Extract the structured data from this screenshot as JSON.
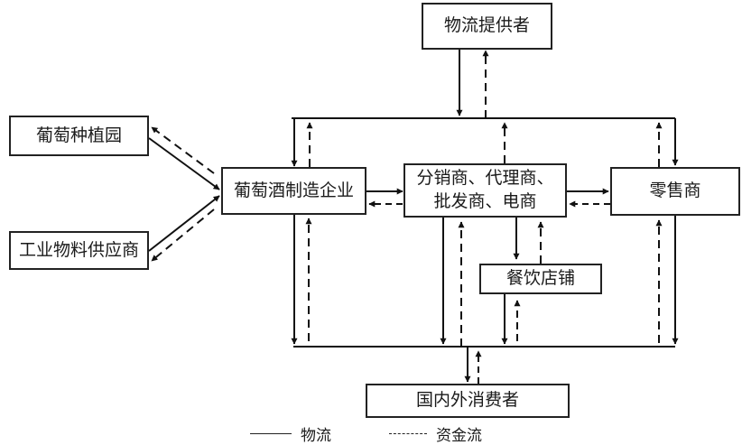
{
  "nodes": {
    "logistics_provider": "物流提供者",
    "vineyard": "葡萄种植园",
    "industrial_supplier": "工业物料供应商",
    "winery": "葡萄酒制造企业",
    "distributors_line1": "分销商、代理商、",
    "distributors_line2": "批发商、电商",
    "retailer": "零售商",
    "restaurants": "餐饮店铺",
    "consumers": "国内外消费者"
  },
  "legend": {
    "solid_label": "物流",
    "dashed_label": "资金流"
  },
  "flows": [
    {
      "from": "vineyard",
      "to": "winery",
      "type": "物流"
    },
    {
      "from": "winery",
      "to": "vineyard",
      "type": "资金流"
    },
    {
      "from": "industrial_supplier",
      "to": "winery",
      "type": "物流"
    },
    {
      "from": "winery",
      "to": "industrial_supplier",
      "type": "资金流"
    },
    {
      "from": "winery",
      "to": "distributors",
      "type": "物流"
    },
    {
      "from": "distributors",
      "to": "winery",
      "type": "资金流"
    },
    {
      "from": "distributors",
      "to": "retailer",
      "type": "物流"
    },
    {
      "from": "retailer",
      "to": "distributors",
      "type": "资金流"
    },
    {
      "from": "logistics_provider",
      "to": "top-bus",
      "type": "物流"
    },
    {
      "from": "top-bus",
      "to": "logistics_provider",
      "type": "资金流"
    },
    {
      "from": "distributors",
      "to": "restaurants",
      "type": "物流"
    },
    {
      "from": "restaurants",
      "to": "distributors",
      "type": "资金流"
    },
    {
      "from": "bottom-bus",
      "to": "consumers",
      "type": "物流"
    },
    {
      "from": "consumers",
      "to": "bottom-bus",
      "type": "资金流"
    }
  ]
}
